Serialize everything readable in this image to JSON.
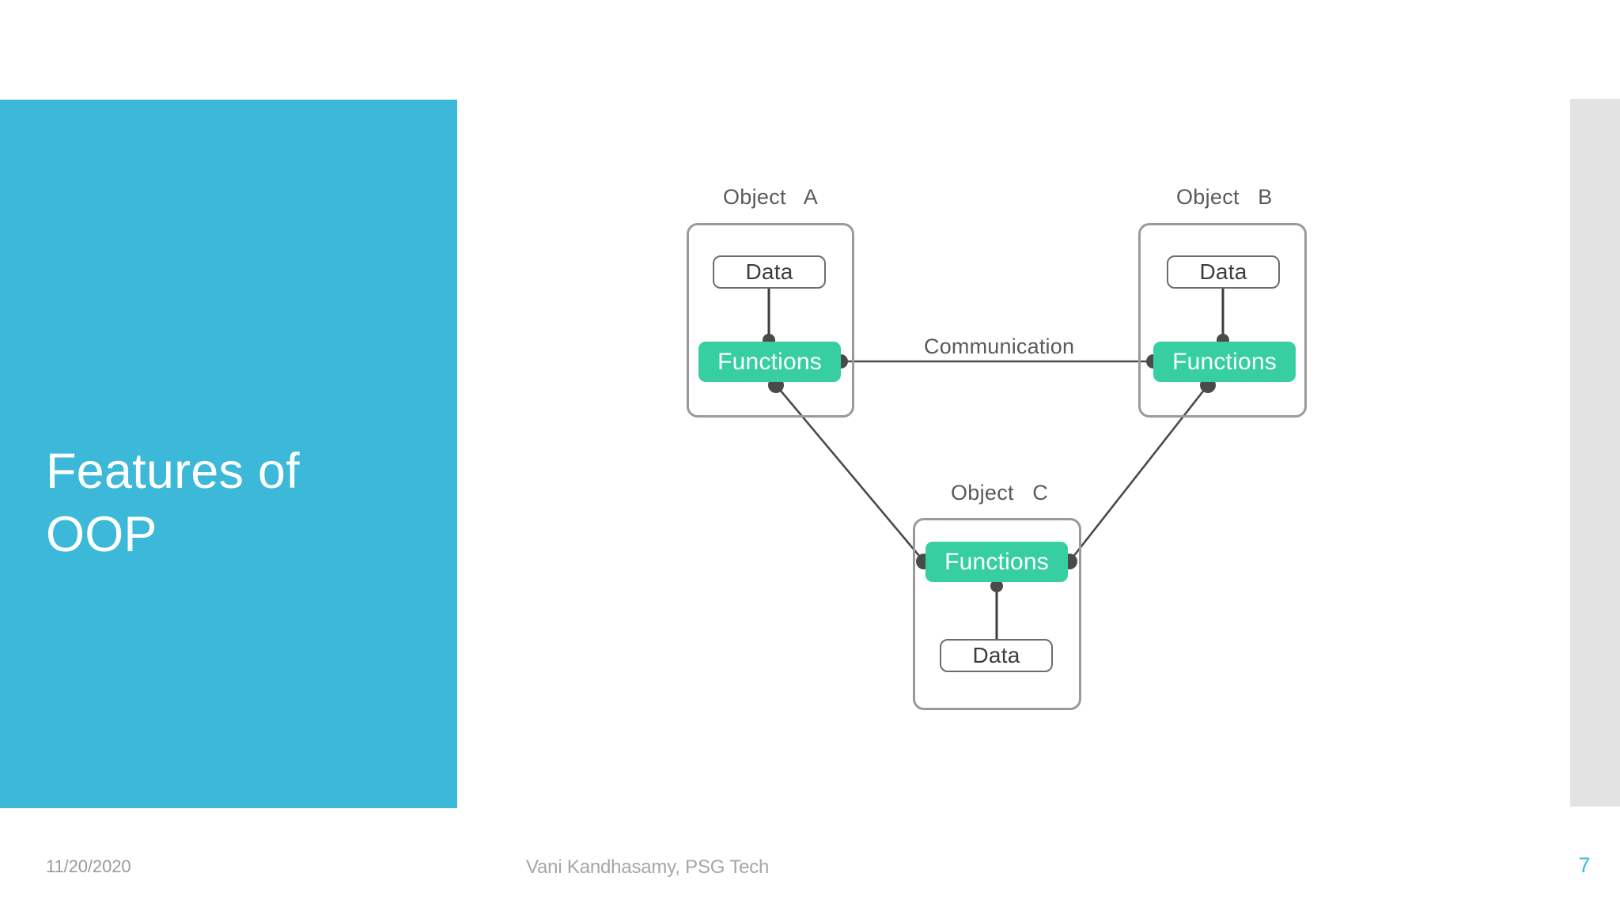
{
  "slide": {
    "title": "Features of\nOOP",
    "accent_color": "#3cb9d8",
    "function_color": "#37cfa1",
    "box_border_color": "#9a9a9e",
    "background": "#ffffff",
    "right_panel_color": "#e3e3e4"
  },
  "diagram": {
    "communication_label": "Communication",
    "objects": [
      {
        "id": "a",
        "label": "Object   A",
        "data_label": "Data",
        "functions_label": "Functions"
      },
      {
        "id": "b",
        "label": "Object   B",
        "data_label": "Data",
        "functions_label": "Functions"
      },
      {
        "id": "c",
        "label": "Object   C",
        "data_label": "Data",
        "functions_label": "Functions"
      }
    ]
  },
  "footer": {
    "date": "11/20/2020",
    "attribution": "Vani Kandhasamy, PSG Tech",
    "page_number": "7"
  }
}
